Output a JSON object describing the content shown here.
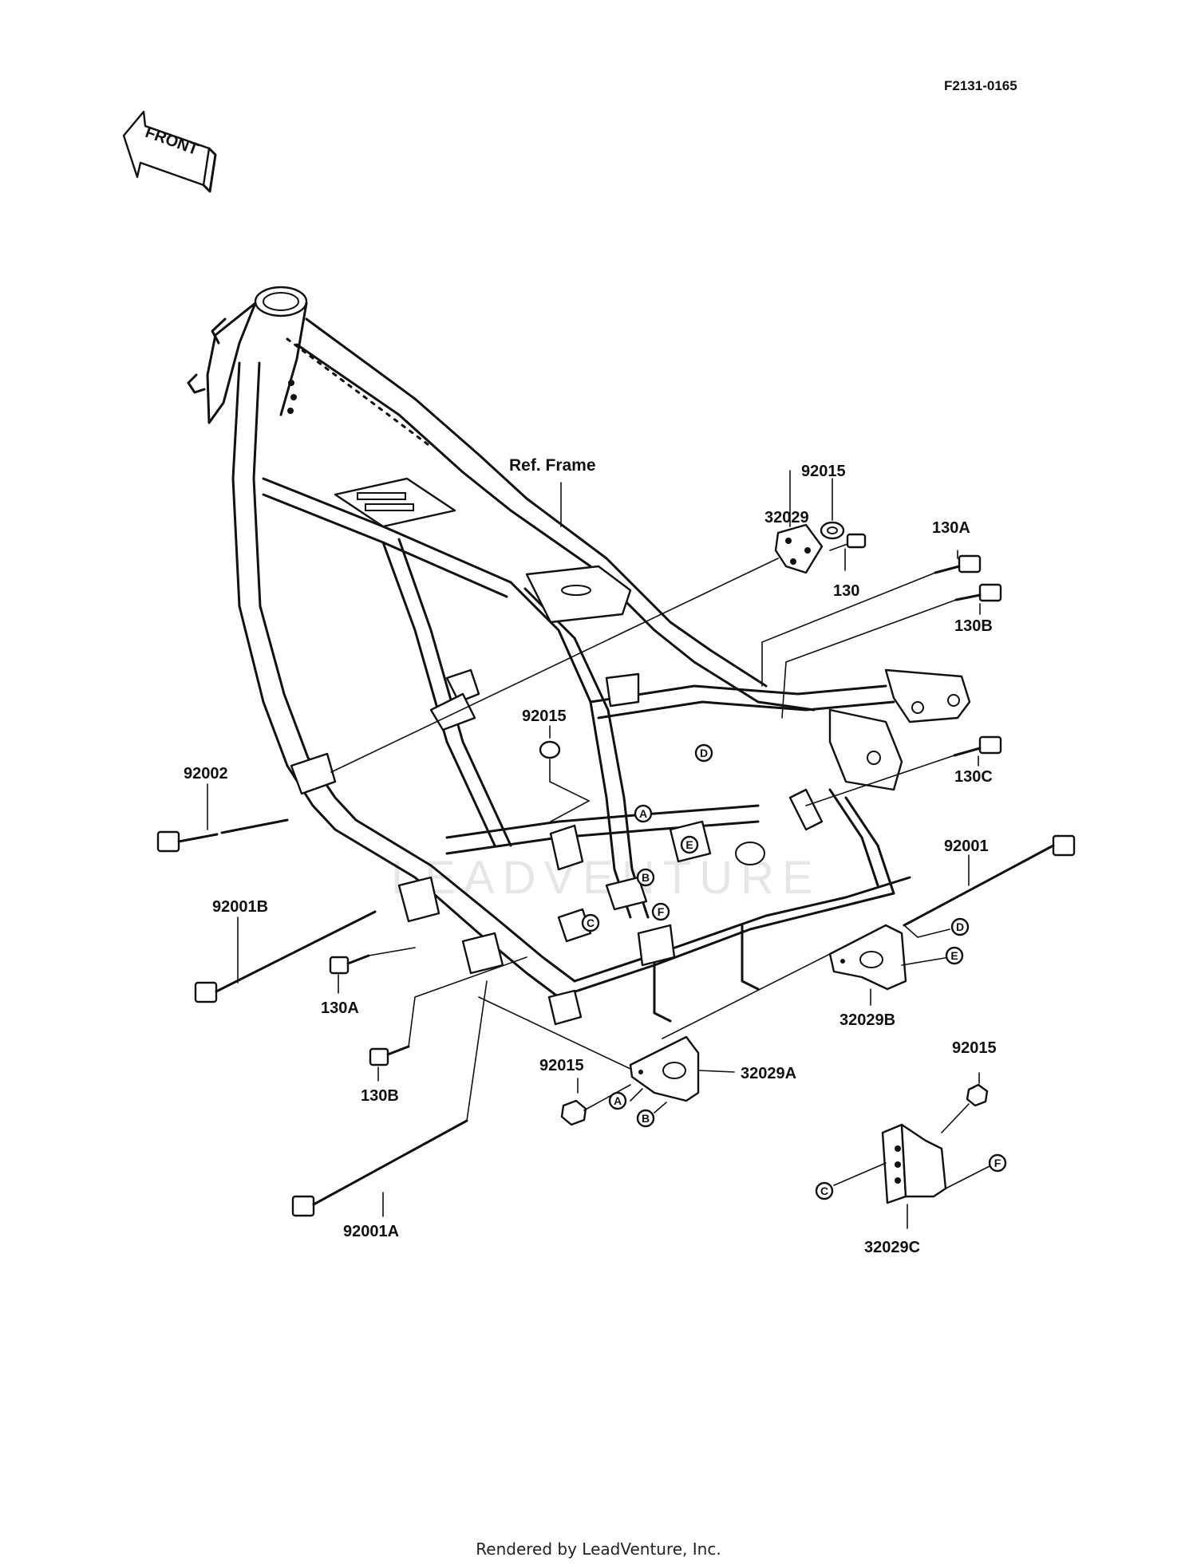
{
  "diagram": {
    "code": "F2131-0165",
    "front_label": "FRONT",
    "ref_frame": "Ref. Frame",
    "labels": {
      "p32029": "32029",
      "p92015_top": "92015",
      "p130": "130",
      "p130A_top": "130A",
      "p130B_top": "130B",
      "p130C": "130C",
      "p92015_mid": "92015",
      "p92002": "92002",
      "p92001": "92001",
      "p92001B": "92001B",
      "p130A_bot": "130A",
      "p130B_bot": "130B",
      "p32029B": "32029B",
      "p92015_low": "92015",
      "p32029A": "32029A",
      "p92015_right": "92015",
      "p92001A": "92001A",
      "p32029C": "32029C"
    },
    "callouts": {
      "A": "A",
      "B": "B",
      "C": "C",
      "D": "D",
      "E": "E",
      "F": "F"
    },
    "watermark": "LEADVENTURE"
  },
  "footer": "Rendered by LeadVenture, Inc."
}
